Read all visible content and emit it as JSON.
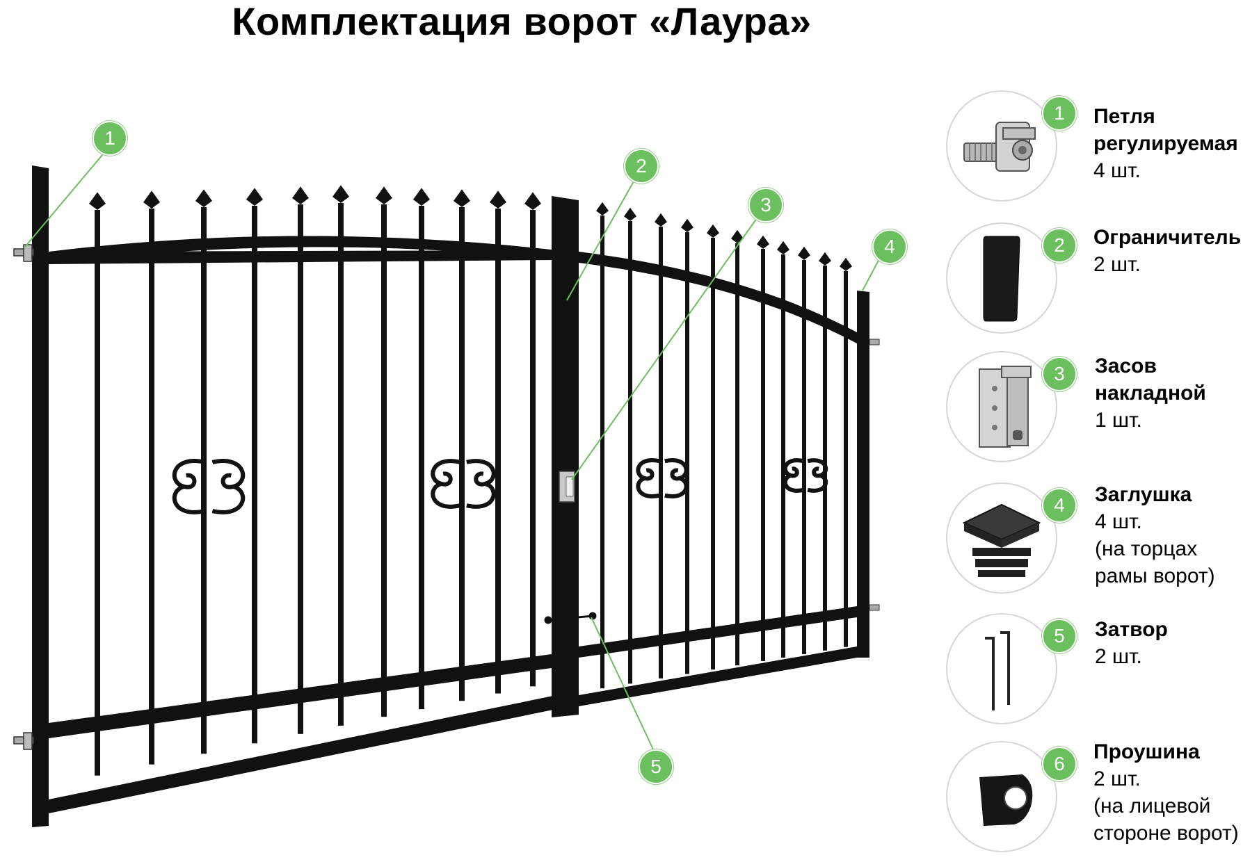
{
  "title": "Комплектация ворот «Лаура»",
  "colors": {
    "accent": "#6cbf5e",
    "metal": "#111111",
    "leader": "#6cbf5e"
  },
  "callouts": [
    {
      "number": "1"
    },
    {
      "number": "2"
    },
    {
      "number": "3"
    },
    {
      "number": "4"
    },
    {
      "number": "5"
    }
  ],
  "parts": [
    {
      "number": "1",
      "name": "Петля регулируемая",
      "qty": "4 шт.",
      "note": "",
      "icon": "adjustable-hinge-icon"
    },
    {
      "number": "2",
      "name": "Ограничитель",
      "qty": "2 шт.",
      "note": "",
      "icon": "gate-stop-icon"
    },
    {
      "number": "3",
      "name": "Засов накладной",
      "qty": "1 шт.",
      "note": "",
      "icon": "surface-latch-icon"
    },
    {
      "number": "4",
      "name": "Заглушка",
      "qty": "4 шт.",
      "note": "(на торцах рамы ворот)",
      "icon": "end-cap-icon"
    },
    {
      "number": "5",
      "name": "Затвор",
      "qty": "2 шт.",
      "note": "",
      "icon": "drop-bolt-icon"
    },
    {
      "number": "6",
      "name": "Проушина",
      "qty": "2 шт.",
      "note": "(на лицевой стороне ворот)",
      "icon": "padlock-eye-icon"
    }
  ]
}
